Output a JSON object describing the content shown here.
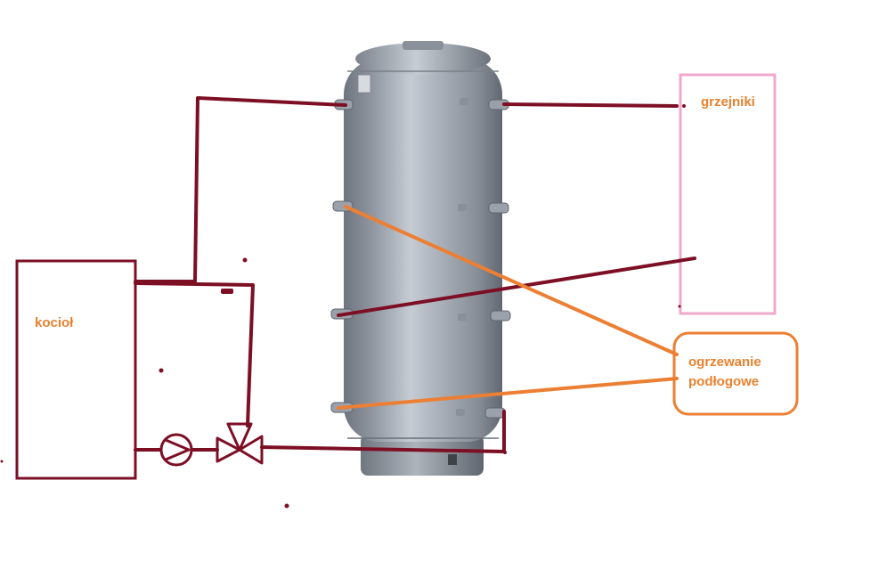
{
  "labels": {
    "boiler": "kocioł",
    "radiators": "grzejniki",
    "floor_heating_line1": "ogrzewanie",
    "floor_heating_line2": "podłogowe"
  },
  "colors": {
    "pipe": "#7d0f25",
    "floor_pipe": "#ec7f33",
    "label_text": "#e8812e",
    "radiator_box": "#f0a8cc",
    "floor_box": "#ec7f33",
    "tank_body": "#9fa6b0",
    "tank_shadow": "#6f757e"
  },
  "icons": [
    "tank",
    "circulation-pump-icon",
    "three-way-valve-icon"
  ]
}
